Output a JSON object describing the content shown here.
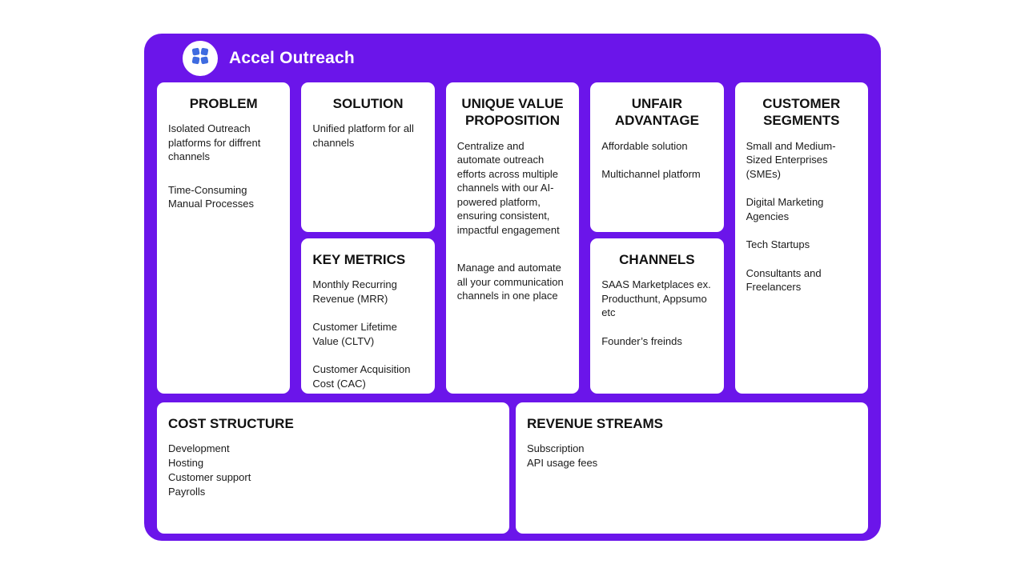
{
  "header": {
    "title": "Accel Outreach",
    "logo": "blue-squares-icon"
  },
  "colors": {
    "canvas_purple": "#6b15ea",
    "logo_blue": "#3e6be0",
    "card_white": "#ffffff",
    "text": "#1b1b1b"
  },
  "cards": {
    "problem": {
      "title": "PROBLEM",
      "items": [
        "Isolated Outreach platforms for diffrent channels",
        "Time-Consuming Manual Processes"
      ]
    },
    "solution": {
      "title": "SOLUTION",
      "items": [
        "Unified platform for all channels"
      ]
    },
    "key_metrics": {
      "title": "KEY METRICS",
      "items": [
        "Monthly Recurring Revenue (MRR)",
        "Customer Lifetime Value (CLTV)",
        "Customer Acquisition Cost (CAC)"
      ]
    },
    "unique_value_proposition": {
      "title": "UNIQUE VALUE PROPOSITION",
      "items": [
        "Centralize and automate outreach efforts across multiple channels with our AI-powered platform, ensuring consistent, impactful engagement",
        "Manage and automate all your communication channels in one place"
      ]
    },
    "unfair_advantage": {
      "title": "UNFAIR ADVANTAGE",
      "items": [
        "Affordable solution",
        "Multichannel platform"
      ]
    },
    "channels": {
      "title": "CHANNELS",
      "items": [
        "SAAS Marketplaces ex. Producthunt, Appsumo etc",
        "Founder’s freinds"
      ]
    },
    "customer_segments": {
      "title": "CUSTOMER SEGMENTS",
      "items": [
        "Small and Medium-Sized Enterprises (SMEs)",
        "Digital Marketing Agencies",
        "Tech Startups",
        "Consultants and Freelancers"
      ]
    },
    "cost_structure": {
      "title": "COST STRUCTURE",
      "items": [
        "Development",
        "Hosting",
        "Customer support",
        "Payrolls"
      ]
    },
    "revenue_streams": {
      "title": "REVENUE STREAMS",
      "items": [
        "Subscription",
        "API usage fees"
      ]
    }
  }
}
